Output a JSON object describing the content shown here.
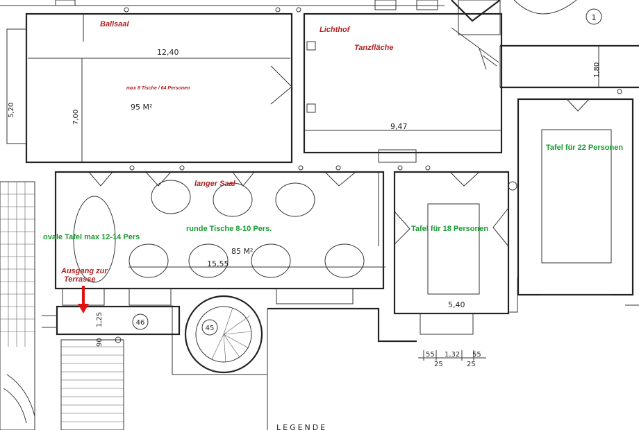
{
  "rooms": {
    "ballsaal": "Ballsaal",
    "lichthof": "Lichthof",
    "tanzflaeche": "Tanzfläche",
    "langer_saal": "langer Saal"
  },
  "notes": {
    "ballsaal_capacity": "max 8 Tische / 64 Personen",
    "ovale_tafel": "ovale Tafel max 12-14 Pers",
    "runde_tische": "runde Tische 8-10 Pers.",
    "tafel_18": "Tafel für 18 Personen",
    "tafel_22": "Tafel für 22 Personen",
    "ausgang_line1": "Ausgang zur",
    "ausgang_line2": "Terrasse"
  },
  "dimensions": {
    "ballsaal_width": "12,40",
    "ballsaal_depth": "5,20",
    "ballsaal_inner": "7,00",
    "ballsaal_area": "95 M²",
    "lichthof_width": "9,47",
    "right_small": "1,80",
    "langer_saal_width": "15,55",
    "langer_saal_area": "85 M²",
    "room_18_width": "5,40",
    "stair_125": "1,25",
    "stair_90": "90",
    "d_55a": "55",
    "d_132": "1,32",
    "d_55b": "55",
    "d_25a": "25",
    "d_25b": "25"
  },
  "labels": {
    "circle_1": "1",
    "room_46": "46",
    "room_45": "45",
    "legende": "LEGENDE"
  },
  "colors": {
    "room_label": "#b22222",
    "table_label": "#1a9a32",
    "arrow": "#e01010"
  }
}
